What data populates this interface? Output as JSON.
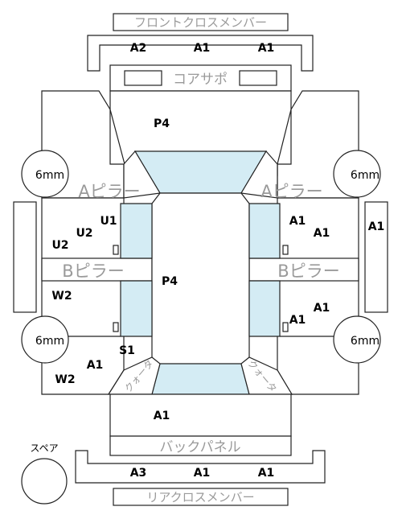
{
  "labels": {
    "front_cross_member": "フロントクロスメンバー",
    "core_support": "コアサポ",
    "a_pillar_left": "Aピラー",
    "a_pillar_right": "Aピラー",
    "b_pillar_left": "Bピラー",
    "b_pillar_right": "Bピラー",
    "back_panel": "バックパネル",
    "rear_cross_member": "リアクロスメンバー",
    "spare": "スペア",
    "quarter_left": "クォータ",
    "quarter_right": "クォータ"
  },
  "grades": {
    "front_cross": [
      "A2",
      "A1",
      "A1"
    ],
    "hood": "P4",
    "roof": "P4",
    "trunk": "A1",
    "rear_cross": [
      "A3",
      "A1",
      "A1"
    ],
    "left_front_door": [
      "U1",
      "U2",
      "U2"
    ],
    "left_rear_door": "W2",
    "left_step": "S1",
    "left_quarter": [
      "A1",
      "W2"
    ],
    "right_front_door": [
      "A1",
      "A1"
    ],
    "right_rear_door": [
      "A1",
      "A1"
    ],
    "right_step": "A1"
  },
  "tires": {
    "front_left": "6mm",
    "front_right": "6mm",
    "rear_left": "6mm",
    "rear_right": "6mm"
  },
  "colors": {
    "glass": "#d4ecf4",
    "outline": "#222222",
    "gray_text": "#9a9a9a"
  }
}
